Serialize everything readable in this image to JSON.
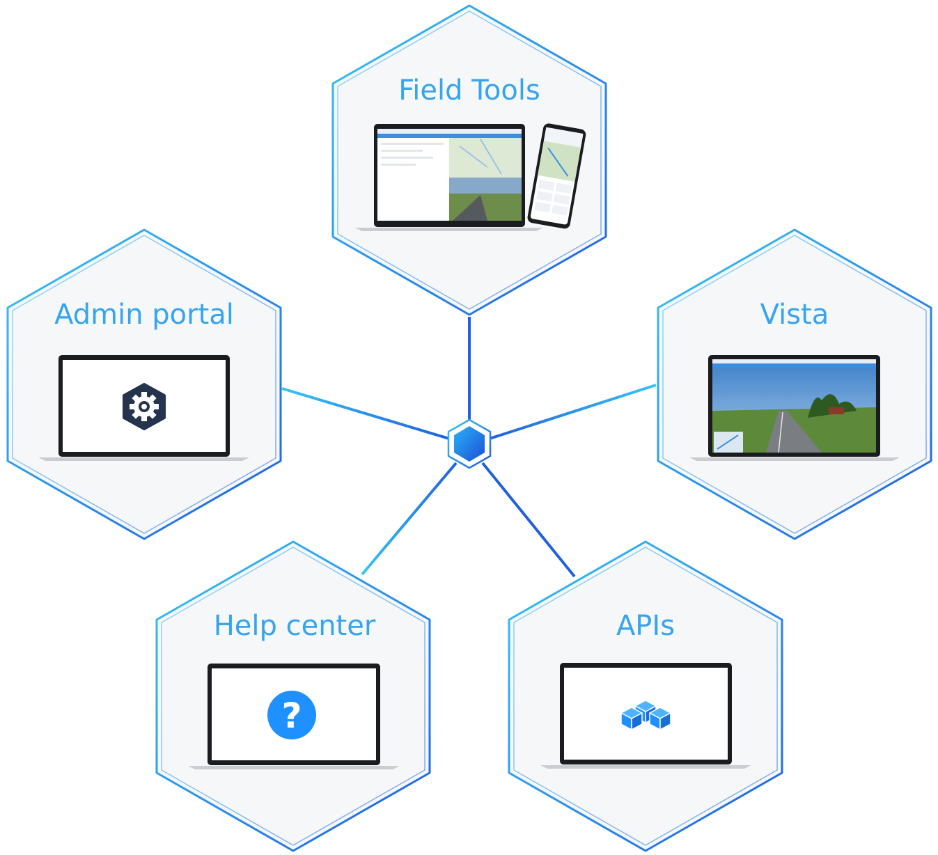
{
  "colors": {
    "accent_light": "#37c5f5",
    "accent_dark": "#1f5fe0",
    "title_blue": "#36a4ee",
    "hex_fill": "#f6f7f8",
    "laptop_frame": "#1a1c20",
    "gear_icon": "#24344d",
    "help_icon": "#1e90ff",
    "cubes_icon": "#1e90ff"
  },
  "hub": {
    "icon": "hexagon-hub"
  },
  "nodes": [
    {
      "id": "field-tools",
      "title": "Field Tools",
      "content": "laptop-and-phone-screenshot"
    },
    {
      "id": "admin-portal",
      "title": "Admin portal",
      "content": "gear-icon"
    },
    {
      "id": "vista",
      "title": "Vista",
      "content": "street-view-screenshot"
    },
    {
      "id": "help-center",
      "title": "Help center",
      "content": "question-icon"
    },
    {
      "id": "apis",
      "title": "APIs",
      "content": "cubes-icon"
    }
  ]
}
